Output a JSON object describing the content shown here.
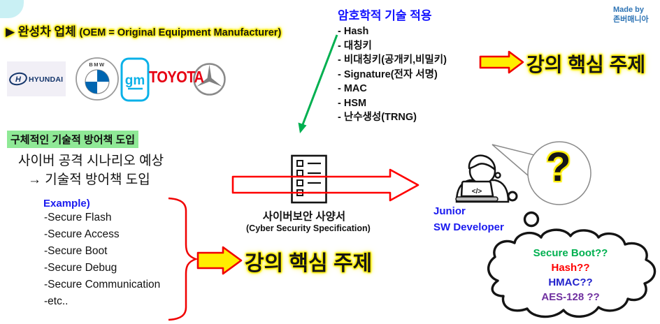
{
  "made_by": {
    "line1": "Made by",
    "line2": "존버매니아"
  },
  "oem": {
    "title_ko": "▶ 완성차 업체 ",
    "title_en": "(OEM = Original Equipment Manufacturer)",
    "logos": [
      {
        "name": "hyundai",
        "text": "HYUNDAI",
        "mark": "H"
      },
      {
        "name": "bmw",
        "text": "BMW"
      },
      {
        "name": "gm",
        "text": "gm"
      },
      {
        "name": "toyota",
        "text": "TOYOTA"
      },
      {
        "name": "mercedes-benz",
        "text": ""
      }
    ]
  },
  "crypto": {
    "title": "암호학적 기술 적용",
    "items": [
      "- Hash",
      "- 대칭키",
      "- 비대칭키(공개키,비밀키)",
      "- Signature(전자 서명)",
      "- MAC",
      "- HSM",
      "- 난수생성(TRNG)"
    ]
  },
  "key_topic_top": "강의 핵심 주제",
  "key_topic_bottom": "강의 핵심 주제",
  "defense": {
    "title": "구체적인 기술적 방어책 도입",
    "line1": "사이버 공격 시나리오 예상",
    "line2": "→ 기술적 방어책 도입",
    "example_label": "Example)",
    "items": [
      "-Secure Flash",
      "-Secure Access",
      "-Secure Boot",
      "-Secure Debug",
      "-Secure Communication",
      "-etc.."
    ]
  },
  "spec": {
    "title": "사이버보안 사양서",
    "subtitle": "(Cyber Security Specification)"
  },
  "developer": {
    "line1": "Junior",
    "line2": "SW Developer",
    "laptop_glyph": "</>",
    "question": "?"
  },
  "cloud": {
    "items": [
      {
        "label": "Secure Boot??",
        "color": "#00B050"
      },
      {
        "label": "Hash??",
        "color": "#FF0000"
      },
      {
        "label": "HMAC??",
        "color": "#2222CC"
      },
      {
        "label": "AES-128 ??",
        "color": "#7030A0"
      }
    ]
  },
  "colors": {
    "highlight_yellow": "#FFEE00",
    "highlight_green": "#8FE996",
    "title_blue": "#1414FF",
    "arrow_red": "#FF0000",
    "arrow_green": "#00B050",
    "made_by_blue": "#2E74B5",
    "toyota_red": "#E60012",
    "hyundai_navy": "#14356B",
    "bmw_blue": "#0066B1",
    "gm_cyan": "#0AB1E8",
    "corner_blob_cyan": "#C9F0F4"
  }
}
